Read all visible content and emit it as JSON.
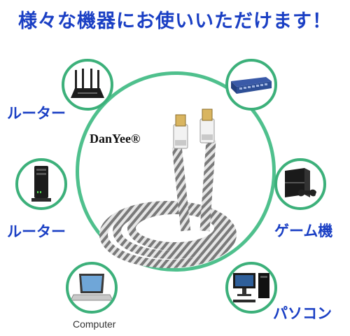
{
  "headline": "様々な機器にお使いいただけます！",
  "brand": "DanYee®",
  "devices": [
    {
      "label": "ルーター",
      "icon": "wifi-router-icon"
    },
    {
      "label": "ルーター",
      "icon": "home-gateway-icon"
    },
    {
      "label": "Computer",
      "icon": "laptop-icon"
    },
    {
      "label": "ゲーム機",
      "icon": "game-console-icon"
    },
    {
      "label": "パソコン",
      "icon": "desktop-pc-icon"
    }
  ],
  "colors": {
    "headline": "#1a3fc4",
    "label": "#1a3fc4",
    "ring": "#4fc08d",
    "bubble_border": "#3cb07a",
    "cable": "#d9d9d9"
  },
  "network_switch_icon": "network-switch-icon"
}
